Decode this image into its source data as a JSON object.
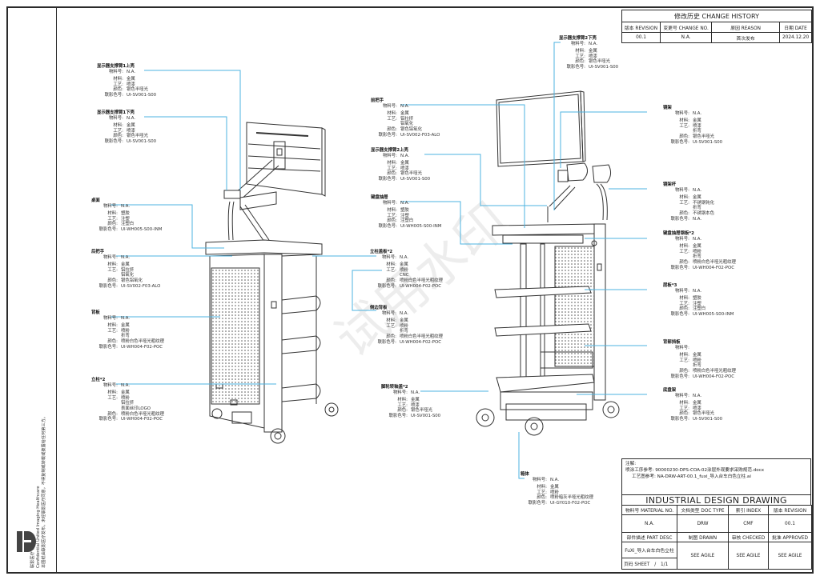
{
  "change_history": {
    "title": "修改历史 CHANGE HISTORY",
    "headers": [
      "版本 REVISION",
      "变更号 CHANGE NO.",
      "原因 REASON",
      "日期 DATE"
    ],
    "rows": [
      [
        "00.1",
        "N.A.",
        "首次发布",
        "2024.12.20"
      ]
    ]
  },
  "notes": {
    "title": "注解:",
    "lines": [
      {
        "label": "喷涂工序参考:",
        "value": "90000230-DPS-COA-02涂层外观要求采购规范.docx"
      },
      {
        "label": "工艺图参考:",
        "value": "NA-DRW-ART-00.1_fuxi_导入台车白色立柱.ai"
      }
    ]
  },
  "title_block": {
    "title": "INDUSTRIAL DESIGN DRAWING",
    "row1_headers": [
      "物料号 MATERIAL NO.",
      "文档类型 DOC TYPE",
      "索引 INDEX",
      "版本 REVISION"
    ],
    "row1_values": [
      "N.A.",
      "DRW",
      "CMF",
      "00.1"
    ],
    "row2_headers": [
      "部件描述  PART DESC",
      "制图 DRAWN",
      "审核 CHECKED",
      "批准 APPROVED"
    ],
    "part_desc": "FuXi_导入台车白色立柱",
    "signatures": [
      "SEE AGILE",
      "SEE AGILE",
      "SEE AGILE"
    ],
    "sheet_label": "页码 SHEET",
    "sheet_value": "1/1"
  },
  "sidebar": {
    "line1": "联影医疗  保密文件",
    "line2": "Confidential United Imaging Healthcare",
    "line3": "本图纸由联影医疗发布，未经联影医疗同意，不得复制或转载或披露给任何第三方。"
  },
  "watermark": "试用水印",
  "labels": {
    "k_mat_no": "物料号:",
    "k_material": "材料:",
    "k_process": "工艺:",
    "k_color": "颜色:",
    "k_color_no": "联影色号:"
  },
  "callouts": [
    {
      "id": "display-arm1-upper",
      "title": "显示器支撑臂1上壳",
      "mat_no": "N.A.",
      "material": "金属",
      "process": [
        "喷漆"
      ],
      "color": "银色半哑光",
      "color_no": "UI-SV001-S00"
    },
    {
      "id": "display-arm1-lower",
      "title": "显示器支撑臂1下壳",
      "mat_no": "N.A.",
      "material": "金属",
      "process": [
        "喷漆"
      ],
      "color": "银色半哑光",
      "color_no": "UI-SV001-S00"
    },
    {
      "id": "desktop",
      "title": "桌面",
      "mat_no": "N.A.",
      "material": "塑胶",
      "process": [
        "注塑"
      ],
      "color": "注塑白",
      "color_no": "UI-WH005-S00-INM"
    },
    {
      "id": "rear-handle",
      "title": "后把手",
      "mat_no": "N.A.",
      "material": "金属",
      "process": [
        "铝拉挤",
        "铝氧化"
      ],
      "color": "银色铝氧化",
      "color_no": "UI-SV002-F03-ALO"
    },
    {
      "id": "back-panel",
      "title": "背板",
      "mat_no": "N.A.",
      "material": "金属",
      "process": [
        "喷粉",
        "折弯"
      ],
      "color": "喷粉白色半哑光粗纹理",
      "color_no": "UI-WH004-F02-POC"
    },
    {
      "id": "column",
      "title": "立柱*2",
      "mat_no": "N.A.",
      "material": "金属",
      "process": [
        "喷粉",
        "铝拉挤",
        "表面丝印LOGO"
      ],
      "color": "喷粉白色半哑光粗纹理",
      "color_no": "UI-WH004-F02-POC"
    },
    {
      "id": "front-handle",
      "title": "前把手",
      "mat_no": "N.A.",
      "material": "金属",
      "process": [
        "铝拉挤",
        "铝氧化"
      ],
      "color": "银色铝氧化",
      "color_no": "UI-SV002-F03-ALO"
    },
    {
      "id": "display-arm2-upper",
      "title": "显示器支撑臂2上壳",
      "mat_no": "N.A.",
      "material": "金属",
      "process": [
        "喷漆"
      ],
      "color": "银色半哑光",
      "color_no": "UI-SV001-S00"
    },
    {
      "id": "keyboard-drawer",
      "title": "键盘抽屉",
      "mat_no": "N.A.",
      "material": "塑胶",
      "process": [
        "注塑"
      ],
      "color": "注塑白",
      "color_no": "UI-WH005-S00-INM"
    },
    {
      "id": "column-cover",
      "title": "立柱盖板*2",
      "mat_no": "N.A.",
      "material": "金属",
      "process": [
        "喷粉",
        "CNC"
      ],
      "color": "喷粉白色半哑光粗纹理",
      "color_no": "UI-WH004-F02-POC"
    },
    {
      "id": "side-back-panel",
      "title": "侧边背板",
      "mat_no": "N.A.",
      "material": "金属",
      "process": [
        "喷粉",
        "折弯"
      ],
      "color": "喷粉白色半哑光粗纹理",
      "color_no": "UI-WH004-F02-POC"
    },
    {
      "id": "caster-cover",
      "title": "脚轮转轴盖*2",
      "mat_no": "N.A.",
      "material": "金属",
      "process": [
        "喷漆"
      ],
      "color": "银色半哑光",
      "color_no": "UI-SV001-S00"
    },
    {
      "id": "display-arm2-lower",
      "title": "显示器支撑臂2下壳",
      "mat_no": "N.A.",
      "material": "金属",
      "process": [
        "喷漆"
      ],
      "color": "银色半哑光",
      "color_no": "UI-SV001-S00"
    },
    {
      "id": "mirror-frame",
      "title": "镜架",
      "mat_no": "N.A.",
      "material": "金属",
      "process": [
        "喷漆",
        "折弯"
      ],
      "color": "银色半哑光",
      "color_no": "UI-SV001-S00"
    },
    {
      "id": "mirror-rod",
      "title": "镜架杆",
      "mat_no": "N.A.",
      "material": "金属",
      "process": [
        "不锈钢钝化",
        "折弯"
      ],
      "color": "不锈钢本色",
      "color_no": "N.A."
    },
    {
      "id": "keyboard-drawer-plate",
      "title": "键盘抽屉钢板*2",
      "mat_no": "N.A.",
      "material": "金属",
      "process": [
        "喷粉",
        "折弯"
      ],
      "color": "喷粉白色半哑光粗纹理",
      "color_no": "UI-WH004-F02-POC"
    },
    {
      "id": "shelf",
      "title": "层板*3",
      "mat_no": "N.A.",
      "material": "塑胶",
      "process": [
        "注塑"
      ],
      "color": "注塑白",
      "color_no": "UI-WH005-S00-INM"
    },
    {
      "id": "back-baffle",
      "title": "背部挡板",
      "mat_no": "",
      "material": "金属",
      "process": [
        "喷粉",
        "折弯"
      ],
      "color": "喷粉白色半哑光粗纹理",
      "color_no": "UI-WH004-F02-POC"
    },
    {
      "id": "base-plate",
      "title": "底盘架",
      "mat_no": "N.A.",
      "material": "金属",
      "process": [
        "喷漆"
      ],
      "color": "银色半哑光",
      "color_no": "UI-SV001-S00"
    },
    {
      "id": "base-box",
      "title": "箱体",
      "mat_no": "N.A.",
      "material": "金属",
      "process": [
        "喷粉"
      ],
      "color": "喷粉暗灰半哑光粗纹理",
      "color_no": "UI-GY010-F02-POC"
    }
  ],
  "colors": {
    "leader_line": "#4db3e0",
    "border": "#2b2b2b",
    "drawing": "#333333"
  }
}
